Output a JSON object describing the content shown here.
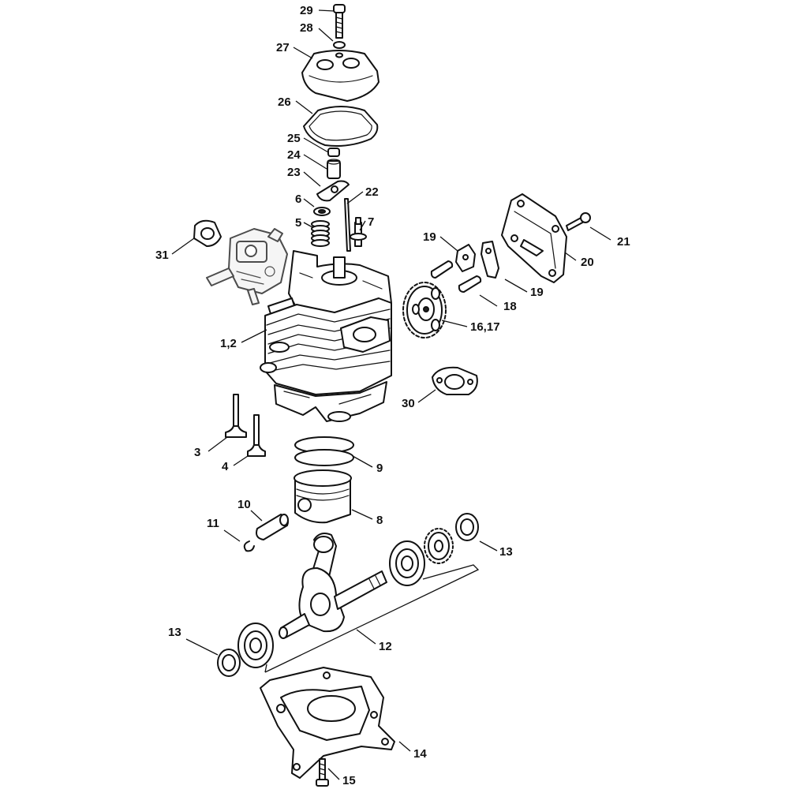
{
  "diagram": {
    "labels": {
      "p29": "29",
      "p28": "28",
      "p27": "27",
      "p26": "26",
      "p25": "25",
      "p24": "24",
      "p23": "23",
      "p22": "22",
      "p6": "6",
      "p7": "7",
      "p5": "5",
      "p31": "31",
      "p1_2": "1,2",
      "p19a": "19",
      "p19b": "19",
      "p21": "21",
      "p20": "20",
      "p18": "18",
      "p16_17": "16,17",
      "p30": "30",
      "p3": "3",
      "p4": "4",
      "p9": "9",
      "p10": "10",
      "p8": "8",
      "p11": "11",
      "p13a": "13",
      "p13b": "13",
      "p12": "12",
      "p14": "14",
      "p15": "15"
    }
  }
}
